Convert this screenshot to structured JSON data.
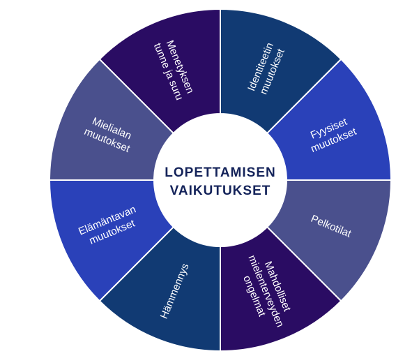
{
  "center": {
    "line1": "LOPETTAMISEN",
    "line2": "VAIKUTUKSET"
  },
  "segments": [
    {
      "lines": [
        "Identiteetin",
        "muutokset"
      ],
      "color": "#113a73"
    },
    {
      "lines": [
        "Fyysiset",
        "muutokset"
      ],
      "color": "#2a41b9"
    },
    {
      "lines": [
        "Pelkotilat"
      ],
      "color": "#4a508d"
    },
    {
      "lines": [
        "Mahdolliset",
        "mielenterveyden",
        "ongelmat"
      ],
      "color": "#2a0c63"
    },
    {
      "lines": [
        "Hämmennys"
      ],
      "color": "#113a73"
    },
    {
      "lines": [
        "Elämäntavan",
        "muutokset"
      ],
      "color": "#2a41b9"
    },
    {
      "lines": [
        "Mielialan",
        "muutokset"
      ],
      "color": "#4a508d"
    },
    {
      "lines": [
        "Menetyksen",
        "tunne ja suru"
      ],
      "color": "#2a0c63"
    }
  ]
}
